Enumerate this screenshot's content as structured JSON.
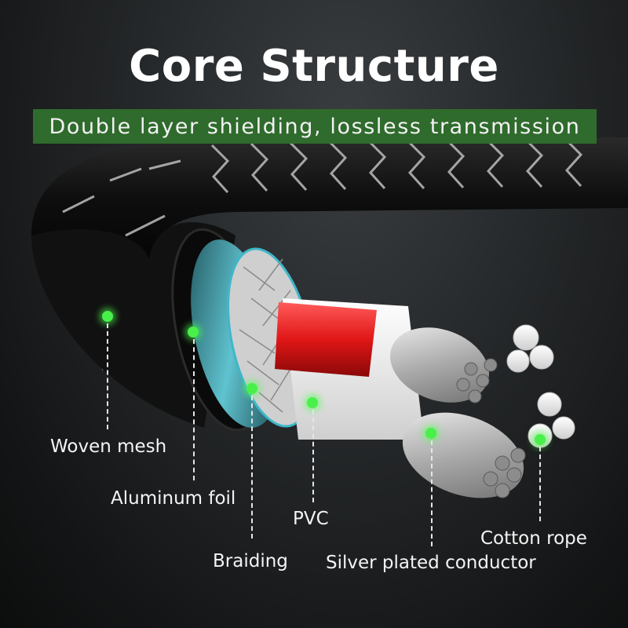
{
  "header": {
    "title": "Core Structure",
    "subtitle": "Double layer shielding, lossless transmission"
  },
  "colors": {
    "banner": "#2f6b2c",
    "marker": "#49f04a",
    "conductor_insulation": "#e51c1c",
    "foil": "#3fb7c9"
  },
  "layers": [
    {
      "id": "woven-mesh",
      "label": "Woven mesh"
    },
    {
      "id": "aluminum-foil",
      "label": "Aluminum foil"
    },
    {
      "id": "braiding",
      "label": "Braiding"
    },
    {
      "id": "pvc",
      "label": "PVC"
    },
    {
      "id": "silver-plated-conductor",
      "label": "Silver plated conductor"
    },
    {
      "id": "cotton-rope",
      "label": "Cotton rope"
    }
  ]
}
